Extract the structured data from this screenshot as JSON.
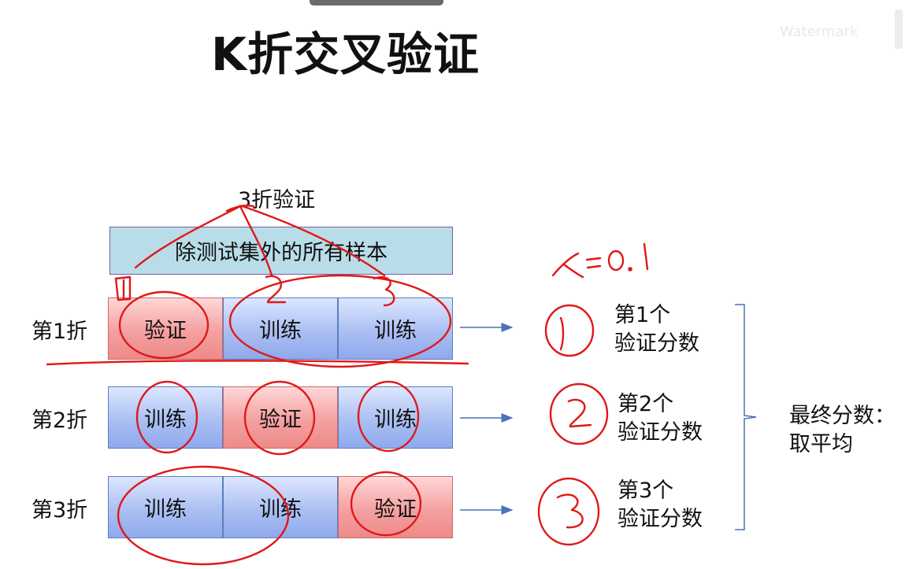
{
  "title": "K折交叉验证",
  "watermark": "Watermark",
  "label_3fold": "3折验证",
  "all_samples": "除测试集外的所有样本",
  "folds": [
    {
      "label": "第1折",
      "segments": [
        "验证",
        "训练",
        "训练"
      ],
      "score_line1": "第1个",
      "score_line2": "验证分数"
    },
    {
      "label": "第2折",
      "segments": [
        "训练",
        "验证",
        "训练"
      ],
      "score_line1": "第2个",
      "score_line2": "验证分数"
    },
    {
      "label": "第3折",
      "segments": [
        "训练",
        "训练",
        "验证"
      ],
      "score_line1": "第3个",
      "score_line2": "验证分数"
    }
  ],
  "final": {
    "line1": "最终分数：",
    "line2": "取平均"
  },
  "annotations": {
    "handwritten_lambda": "λ=0.1",
    "circled_numbers": [
      "1",
      "2",
      "3"
    ]
  },
  "colors": {
    "train_fill": "#9fb5ef",
    "valid_fill": "#f29a9a",
    "samples_fill": "#b9dde8",
    "arrow": "#4a72b8",
    "ink": "#e01818"
  }
}
